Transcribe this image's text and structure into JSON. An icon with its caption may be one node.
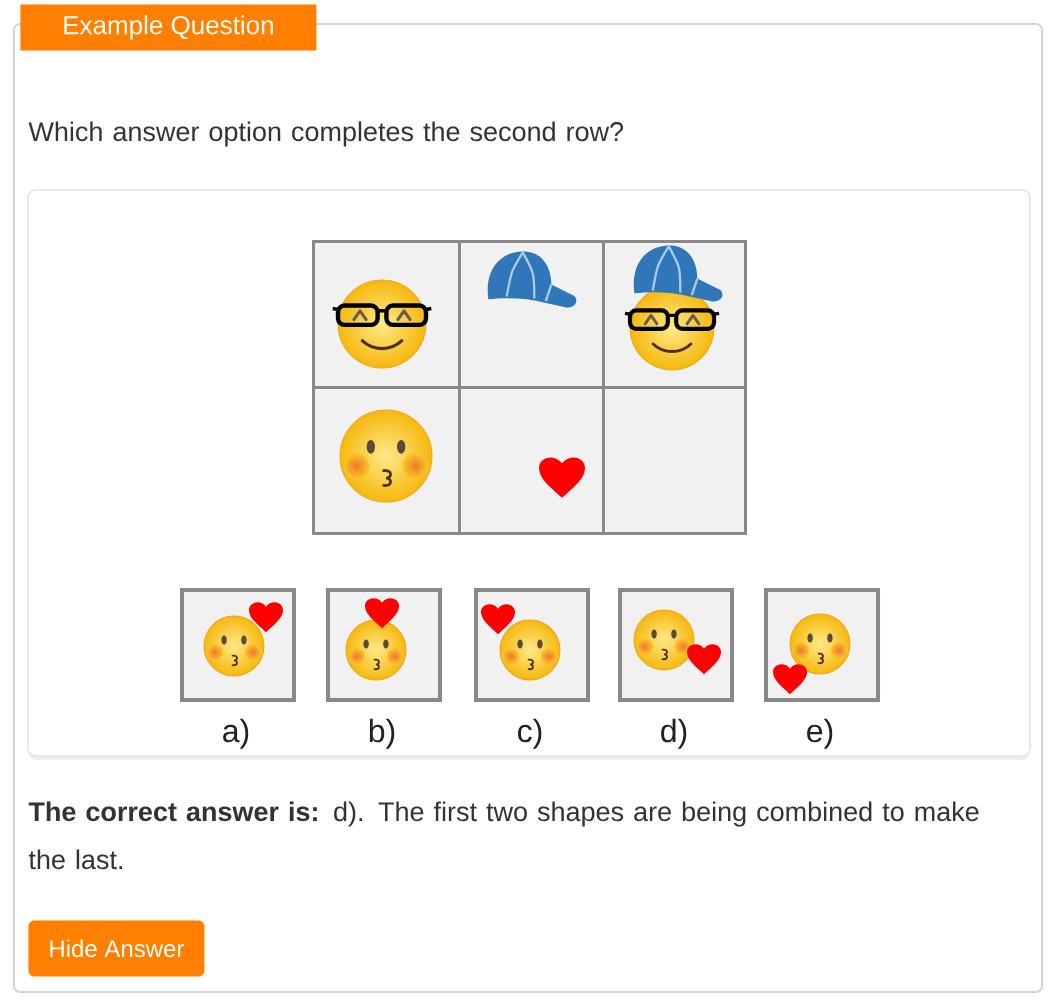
{
  "diagram": {
    "nodes": [
      {
        "text": [
          "Example Question"
        ]
      },
      {
        "text": [],
        "shape": "picture"
      },
      {
        "text": [],
        "shape": "picture"
      },
      {
        "text": [],
        "shape": "picture"
      },
      {
        "text": [],
        "shape": "picture"
      },
      {
        "text": [],
        "shape": "picture"
      },
      {
        "text": [],
        "shape": "box"
      },
      {
        "text": [],
        "shape": "picture",
        "beside": [
          "a)"
        ]
      },
      {
        "text": [],
        "shape": "picture",
        "beside": [
          "b)"
        ]
      },
      {
        "text": [],
        "shape": "picture",
        "beside": [
          "c)"
        ]
      },
      {
        "text": [],
        "shape": "picture",
        "beside": [
          "d)"
        ]
      },
      {
        "text": [],
        "shape": "picture",
        "beside": [
          "e)"
        ]
      },
      {
        "text": [
          "Hide Answer"
        ]
      }
    ],
    "labels": [
      "Which answer option completes the second row?",
      "**The correct answer is:** d). The first two shapes are being combined to make the last."
    ]
  }
}
